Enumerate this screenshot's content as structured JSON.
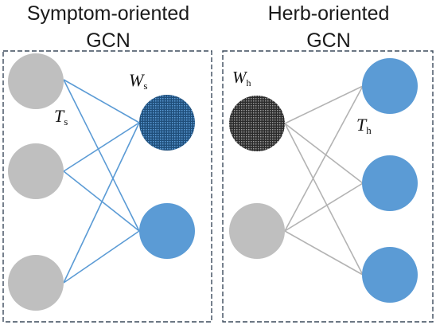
{
  "panels": {
    "left": {
      "title_line1": "Symptom-oriented",
      "title_line2": "GCN",
      "weight_label": "W",
      "weight_sub": "s",
      "t_label": "T",
      "t_sub": "s"
    },
    "right": {
      "title_line1": "Herb-oriented",
      "title_line2": "GCN",
      "weight_label": "W",
      "weight_sub": "h",
      "t_label": "T",
      "t_sub": "h"
    }
  },
  "colors": {
    "gray_node": "#bfbfbf",
    "blue_node": "#5b9bd5",
    "dark_node": "#3a3a3a",
    "dark_blue_node": "#2f5f91",
    "left_edge": "#5b9bd5",
    "right_edge": "#b3b3b3",
    "border": "#3b4a5c"
  }
}
